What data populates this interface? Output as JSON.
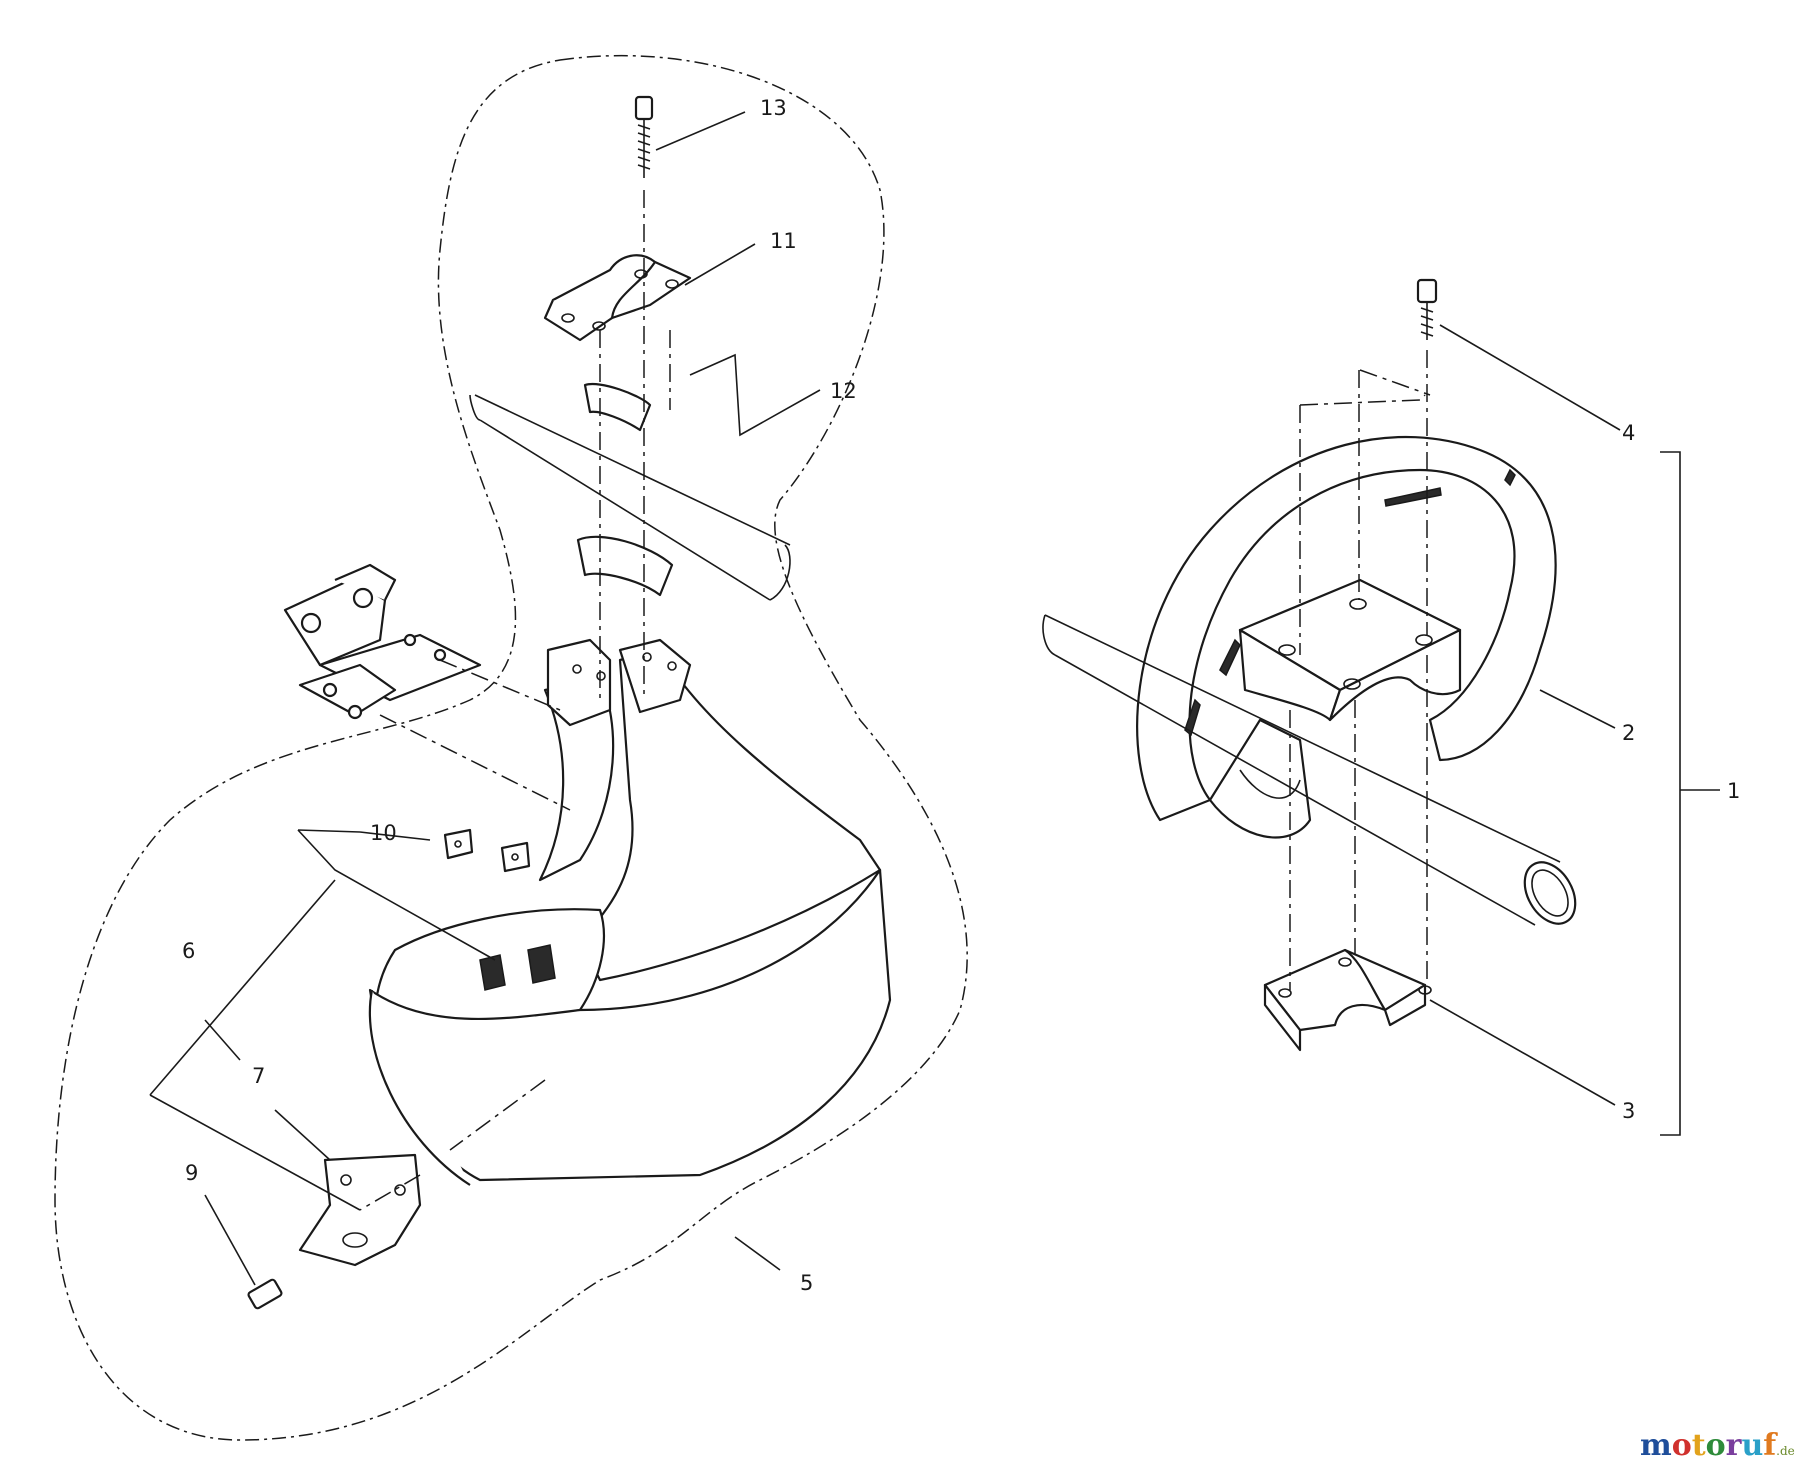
{
  "callouts": {
    "c1": "1",
    "c2": "2",
    "c3": "3",
    "c4": "4",
    "c5": "5",
    "c6": "6",
    "c7": "7",
    "c9": "9",
    "c10": "10",
    "c11": "11",
    "c12": "12",
    "c13": "13"
  },
  "watermark": {
    "letters": [
      "m",
      "o",
      "t",
      "o",
      "r",
      "u",
      "f"
    ],
    "colors": [
      "#1f4e9a",
      "#d0312d",
      "#e2a21b",
      "#2e8b3a",
      "#7a3e9d",
      "#2aa0c8",
      "#e07a1f"
    ],
    "tld": ".de"
  }
}
